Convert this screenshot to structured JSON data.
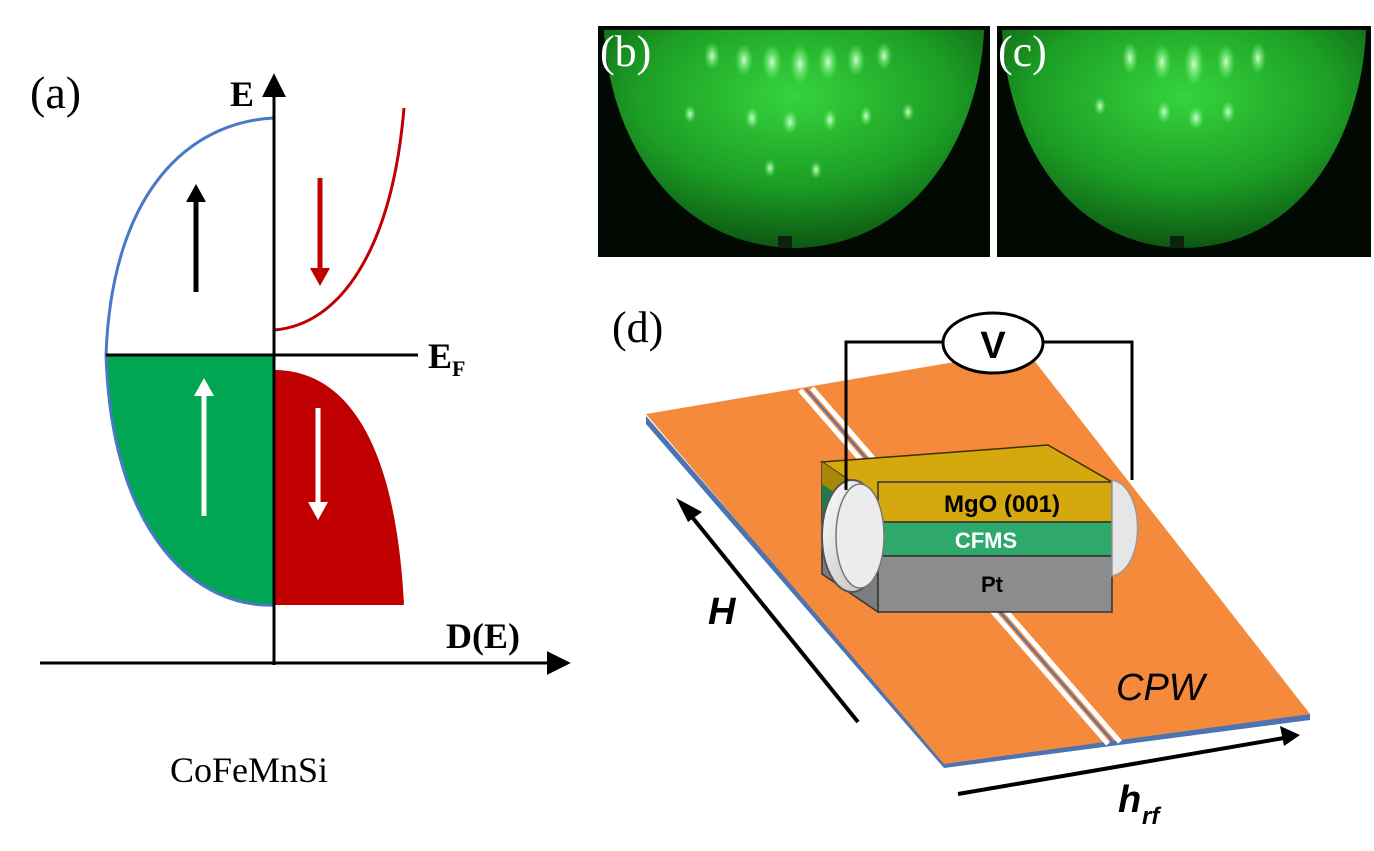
{
  "panel_a": {
    "label": "(a)",
    "axis_y": "E",
    "fermi_main": "E",
    "fermi_sub": "F",
    "axis_x": "D(E)",
    "material": "CoFeMnSi"
  },
  "panel_b": {
    "label": "(b)"
  },
  "panel_c": {
    "label": "(c)"
  },
  "panel_d": {
    "label": "(d)",
    "voltmeter": "V",
    "layer_top": "MgO (001)",
    "layer_mid": "CFMS",
    "layer_bottom": "Pt",
    "substrate": "CPW",
    "field_main": "H",
    "rf_main": "h",
    "rf_sub": "rf"
  },
  "colors": {
    "spin_up_band": "#00a651",
    "spin_down_band": "#c00000",
    "up_curve": "#4a78c8",
    "down_curve": "#c00000",
    "rheed_glow": "#2fcf3a",
    "cpw_orange": "#f58a3c",
    "cpw_edge": "#4b74b0",
    "mgo": "#d5a90e",
    "cfms": "#2fa86b",
    "pt": "#8c8c8c"
  }
}
